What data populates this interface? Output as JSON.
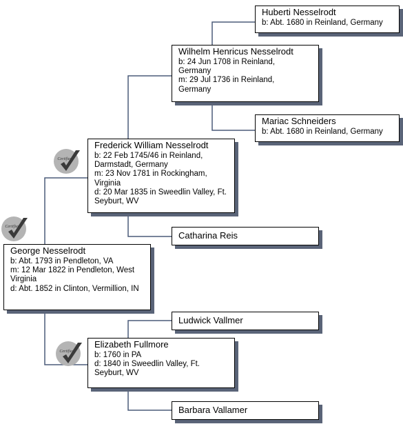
{
  "people": {
    "george": {
      "name": "George Nesselrodt",
      "facts": [
        "b: Abt. 1793 in Pendleton, VA",
        "m: 12 Mar 1822 in Pendleton, West Virginia",
        "d: Abt. 1852 in Clinton, Vermillion, IN"
      ]
    },
    "frederick": {
      "name": "Frederick William Nesselrodt",
      "facts": [
        "b: 22 Feb 1745/46 in Reinland, Darmstadt, Germany",
        "m: 23 Nov 1781 in Rockingham, Virginia",
        "d: 20 Mar 1835 in Sweedlin Valley, Ft. Seyburt, WV"
      ]
    },
    "elizabeth": {
      "name": "Elizabeth Fullmore",
      "facts": [
        "b: 1760 in PA",
        "d: 1840 in Sweedlin Valley, Ft. Seyburt, WV"
      ]
    },
    "wilhelm": {
      "name": "Wilhelm Henricus Nesselrodt",
      "facts": [
        "b: 24 Jun 1708 in Reinland, Germany",
        "m: 29 Jul 1736 in Reinland, Germany"
      ]
    },
    "catharina": {
      "name": "Catharina Reis"
    },
    "ludwick": {
      "name": "Ludwick Vallmer"
    },
    "barbara": {
      "name": "Barbara Vallamer"
    },
    "huberti": {
      "name": "Huberti Nesselrodt",
      "facts": [
        "b: Abt. 1680 in Reinland, Germany"
      ]
    },
    "mariac": {
      "name": "Mariac Schneiders",
      "facts": [
        "b: Abt. 1680 in Reinland, Germany"
      ]
    }
  },
  "badge": {
    "label": "Certified",
    "color": "#b4b4b4",
    "check_color": "#3a3a3a"
  }
}
